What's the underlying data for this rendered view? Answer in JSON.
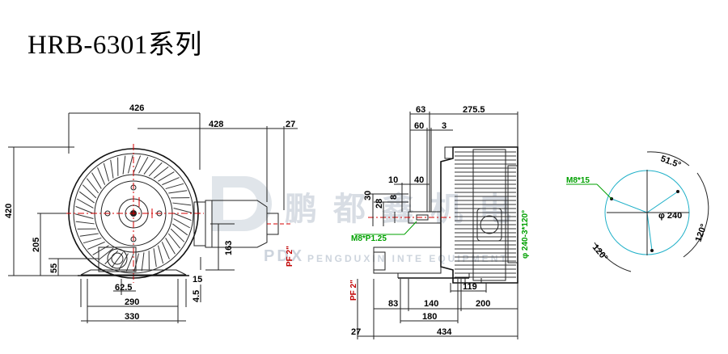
{
  "title": "HRB-6301系列",
  "watermark": {
    "logo_letters": "PDX",
    "cn_text": "鹏都鑫机电",
    "en_text": "PENGDUXIN INTE  EQUIPMENT"
  },
  "front_view": {
    "dims": {
      "d426": "426",
      "d428": "428",
      "d27": "27",
      "d420": "420",
      "d205": "205",
      "d55": "55",
      "d163": "163",
      "d15": "15",
      "d4_5": "4.5",
      "d62_5": "62.5",
      "d290": "290",
      "d330": "330",
      "pf": "PF 2\""
    }
  },
  "side_view": {
    "dims": {
      "d63": "63",
      "d275_5": "275.5",
      "d60": "60",
      "d3": "3",
      "d10": "10",
      "d40": "40",
      "d30": "30",
      "d28": "28",
      "d8": "8",
      "m8": "M8*P1.25",
      "flange": "φ 240-3*120°",
      "pf": "PF 2\"",
      "d119": "119",
      "d83": "83",
      "d140": "140",
      "d200": "200",
      "d180": "180",
      "d27": "27",
      "d434": "434"
    }
  },
  "flange_view": {
    "dims": {
      "d51_5": "51.5°",
      "m8x15": "M8*15",
      "d240": "φ 240",
      "a120a": "120°",
      "a120b": "120°"
    }
  }
}
